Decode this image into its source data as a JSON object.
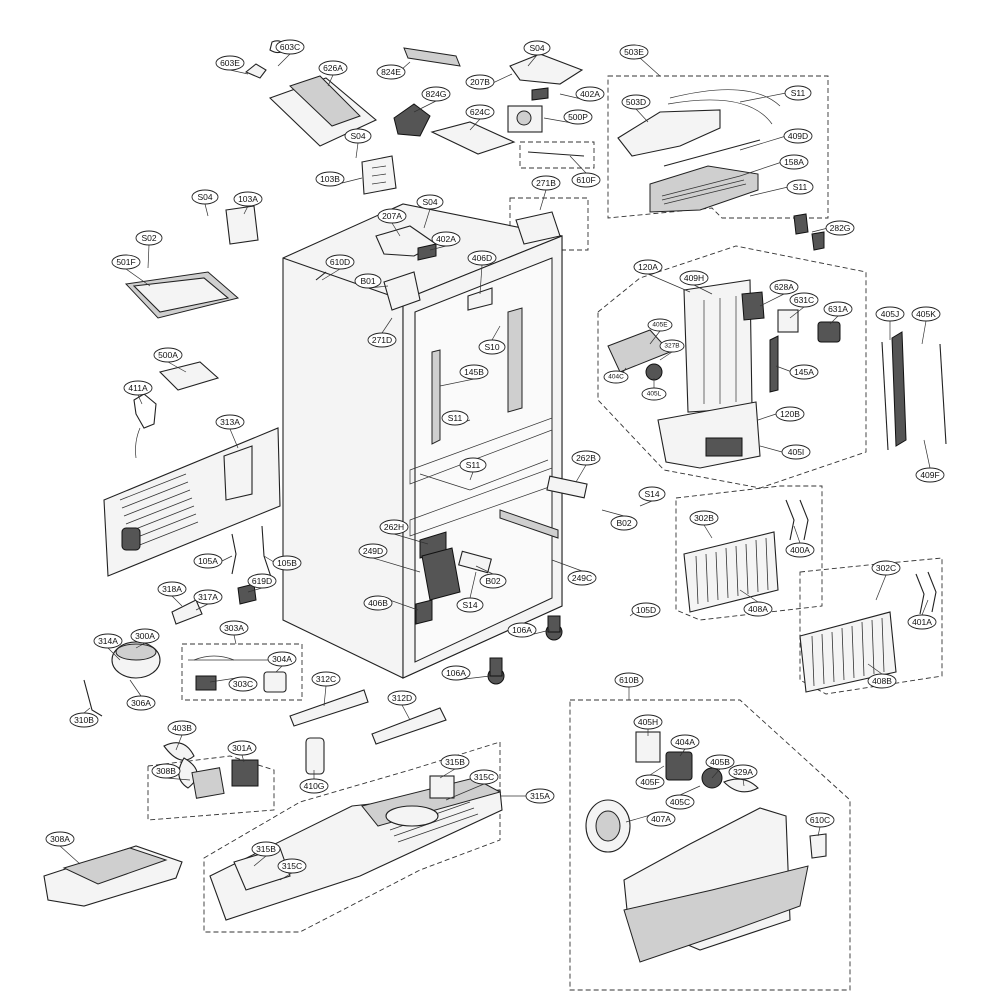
{
  "diagram": {
    "labels": [
      {
        "id": "603E",
        "text": "603E"
      },
      {
        "id": "603C",
        "text": "603C"
      },
      {
        "id": "626A",
        "text": "626A"
      },
      {
        "id": "824E",
        "text": "824E"
      },
      {
        "id": "S04a",
        "text": "S04"
      },
      {
        "id": "207B",
        "text": "207B"
      },
      {
        "id": "402Aa",
        "text": "402A"
      },
      {
        "id": "500P",
        "text": "500P"
      },
      {
        "id": "824G",
        "text": "824G"
      },
      {
        "id": "624C",
        "text": "624C"
      },
      {
        "id": "S04b",
        "text": "S04"
      },
      {
        "id": "103B",
        "text": "103B"
      },
      {
        "id": "610F",
        "text": "610F"
      },
      {
        "id": "271B",
        "text": "271B"
      },
      {
        "id": "503E",
        "text": "503E"
      },
      {
        "id": "503D",
        "text": "503D"
      },
      {
        "id": "S11a",
        "text": "S11"
      },
      {
        "id": "409D",
        "text": "409D"
      },
      {
        "id": "158A",
        "text": "158A"
      },
      {
        "id": "S11b",
        "text": "S11"
      },
      {
        "id": "282G",
        "text": "282G"
      },
      {
        "id": "S04c",
        "text": "S04"
      },
      {
        "id": "103A",
        "text": "103A"
      },
      {
        "id": "S04d",
        "text": "S04"
      },
      {
        "id": "207A",
        "text": "207A"
      },
      {
        "id": "402Ab",
        "text": "402A"
      },
      {
        "id": "S02",
        "text": "S02"
      },
      {
        "id": "501F",
        "text": "501F"
      },
      {
        "id": "610D",
        "text": "610D"
      },
      {
        "id": "B01",
        "text": "B01"
      },
      {
        "id": "406D",
        "text": "406D"
      },
      {
        "id": "271D",
        "text": "271D"
      },
      {
        "id": "S10",
        "text": "S10"
      },
      {
        "id": "120A",
        "text": "120A"
      },
      {
        "id": "409H",
        "text": "409H"
      },
      {
        "id": "628A",
        "text": "628A"
      },
      {
        "id": "631C",
        "text": "631C"
      },
      {
        "id": "631A",
        "text": "631A"
      },
      {
        "id": "405J",
        "text": "405J"
      },
      {
        "id": "405K",
        "text": "405K"
      },
      {
        "id": "405E",
        "text": "405E"
      },
      {
        "id": "327B",
        "text": "327B"
      },
      {
        "id": "404C",
        "text": "404C"
      },
      {
        "id": "405L",
        "text": "405L"
      },
      {
        "id": "145A",
        "text": "145A"
      },
      {
        "id": "120B",
        "text": "120B"
      },
      {
        "id": "405I",
        "text": "405I"
      },
      {
        "id": "409F",
        "text": "409F"
      },
      {
        "id": "500A",
        "text": "500A"
      },
      {
        "id": "145B",
        "text": "145B"
      },
      {
        "id": "411A",
        "text": "411A"
      },
      {
        "id": "S11c",
        "text": "S11"
      },
      {
        "id": "S11d",
        "text": "S11"
      },
      {
        "id": "313A",
        "text": "313A"
      },
      {
        "id": "262B",
        "text": "262B"
      },
      {
        "id": "S14a",
        "text": "S14"
      },
      {
        "id": "B02a",
        "text": "B02"
      },
      {
        "id": "302B",
        "text": "302B"
      },
      {
        "id": "262H",
        "text": "262H"
      },
      {
        "id": "249D",
        "text": "249D"
      },
      {
        "id": "400A",
        "text": "400A"
      },
      {
        "id": "105A",
        "text": "105A"
      },
      {
        "id": "105B",
        "text": "105B"
      },
      {
        "id": "B02b",
        "text": "B02"
      },
      {
        "id": "249C",
        "text": "249C"
      },
      {
        "id": "408A",
        "text": "408A"
      },
      {
        "id": "302C",
        "text": "302C"
      },
      {
        "id": "318A",
        "text": "318A"
      },
      {
        "id": "317A",
        "text": "317A"
      },
      {
        "id": "619D",
        "text": "619D"
      },
      {
        "id": "S14b",
        "text": "S14"
      },
      {
        "id": "406B",
        "text": "406B"
      },
      {
        "id": "105D",
        "text": "105D"
      },
      {
        "id": "401A",
        "text": "401A"
      },
      {
        "id": "303A",
        "text": "303A"
      },
      {
        "id": "106Aa",
        "text": "106A"
      },
      {
        "id": "314A",
        "text": "314A"
      },
      {
        "id": "300A",
        "text": "300A"
      },
      {
        "id": "304A",
        "text": "304A"
      },
      {
        "id": "303C",
        "text": "303C"
      },
      {
        "id": "106Ab",
        "text": "106A"
      },
      {
        "id": "408B",
        "text": "408B"
      },
      {
        "id": "306A",
        "text": "306A"
      },
      {
        "id": "310B",
        "text": "310B"
      },
      {
        "id": "312C",
        "text": "312C"
      },
      {
        "id": "312D",
        "text": "312D"
      },
      {
        "id": "610B",
        "text": "610B"
      },
      {
        "id": "403B",
        "text": "403B"
      },
      {
        "id": "301A",
        "text": "301A"
      },
      {
        "id": "405H",
        "text": "405H"
      },
      {
        "id": "404A",
        "text": "404A"
      },
      {
        "id": "308B",
        "text": "308B"
      },
      {
        "id": "410G",
        "text": "410G"
      },
      {
        "id": "315B",
        "text": "315B"
      },
      {
        "id": "315C",
        "text": "315C"
      },
      {
        "id": "315A",
        "text": "315A"
      },
      {
        "id": "405B",
        "text": "405B"
      },
      {
        "id": "329A",
        "text": "329A"
      },
      {
        "id": "405F",
        "text": "405F"
      },
      {
        "id": "405C",
        "text": "405C"
      },
      {
        "id": "407A",
        "text": "407A"
      },
      {
        "id": "610C",
        "text": "610C"
      },
      {
        "id": "308A",
        "text": "308A"
      },
      {
        "id": "315Bb",
        "text": "315B"
      },
      {
        "id": "315Cb",
        "text": "315C"
      }
    ]
  }
}
